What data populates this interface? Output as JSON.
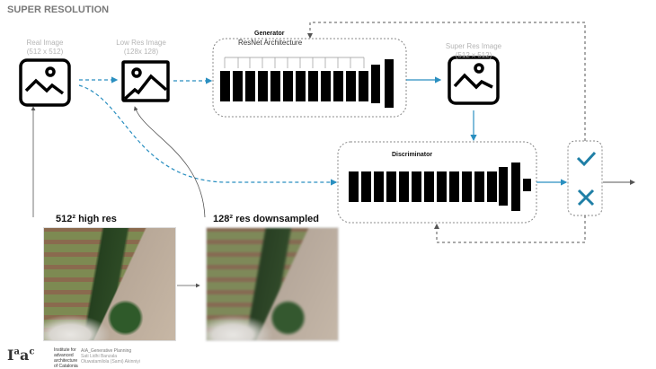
{
  "title": "SUPER RESOLUTION",
  "real_image": {
    "label": "Real Image",
    "size": "(512 x 512)"
  },
  "low_res_image": {
    "label": "Low Res Image",
    "size": "(128x 128)"
  },
  "generator": {
    "title": "Generator",
    "subtitle": "ResNet Architecture"
  },
  "super_res_image": {
    "label": "Super Res Image",
    "size": "(512 x 512)"
  },
  "discriminator": {
    "title": "Discriminator"
  },
  "decision": {
    "icons": [
      "check-icon",
      "cross-icon"
    ],
    "color": "#1f7fa6"
  },
  "photos": [
    {
      "label": "512² high res"
    },
    {
      "label": "128² res downsampled"
    }
  ],
  "footer": {
    "logo": "Iaac",
    "institute": [
      "Institute for",
      "advanced",
      "architecture",
      "of Catalonia"
    ],
    "course": "AIA_Generative Planning",
    "authors": [
      "Sati Lidhi Banzala",
      "Oluwatamilola (Sami) Akinniyi"
    ]
  },
  "colors": {
    "flow": "#2a8fc0",
    "feedback": "#555555"
  }
}
